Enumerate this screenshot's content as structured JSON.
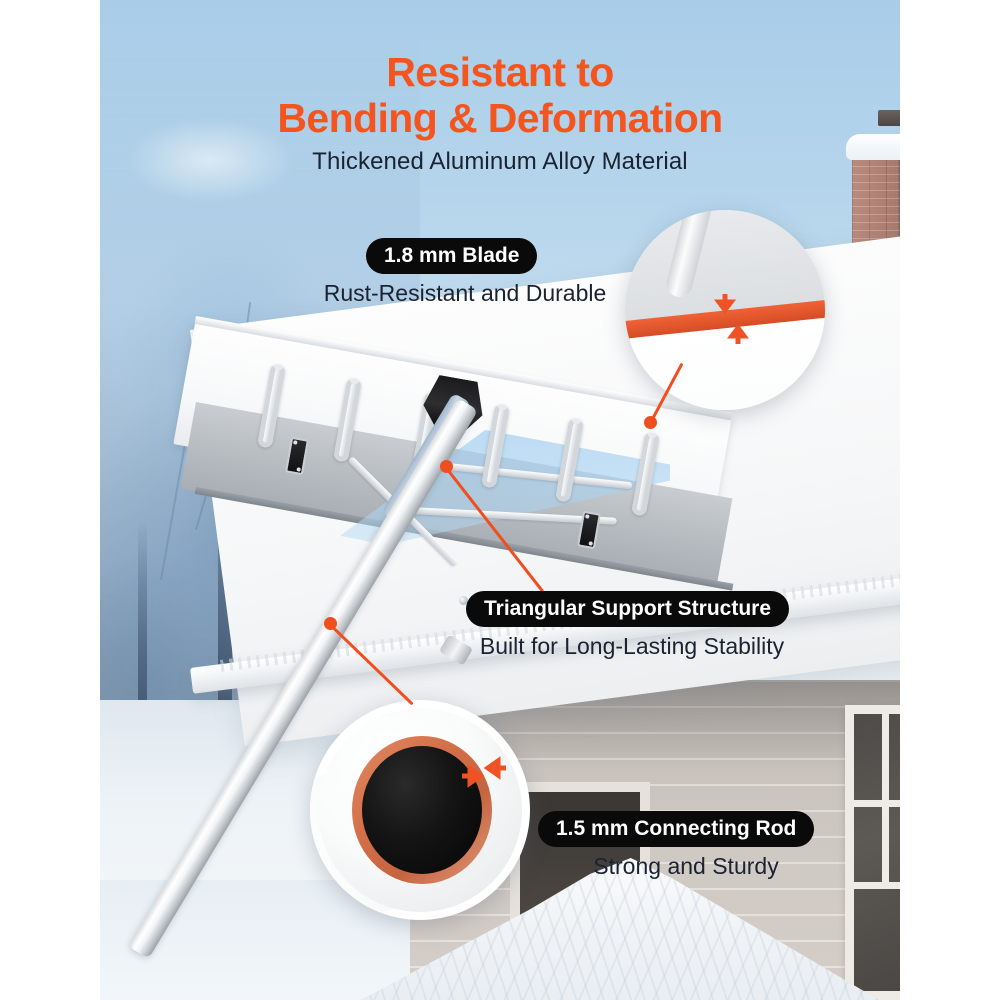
{
  "headline": {
    "line1": "Resistant to",
    "line2": "Bending & Deformation",
    "subtitle": "Thickened Aluminum Alloy Material",
    "accent_color": "#f4551e",
    "text_color": "#1b2231"
  },
  "callouts": [
    {
      "id": "blade",
      "label": "1.8 mm Blade",
      "description": "Rust-Resistant and Durable",
      "pill_bg": "#0a0a0a",
      "pill_text": "#ffffff"
    },
    {
      "id": "triangular-support",
      "label": "Triangular Support Structure",
      "description": "Built for Long-Lasting Stability",
      "pill_bg": "#0a0a0a",
      "pill_text": "#ffffff"
    },
    {
      "id": "connecting-rod",
      "label": "1.5 mm Connecting Rod",
      "description": "Strong and Sturdy",
      "pill_bg": "#0a0a0a",
      "pill_text": "#ffffff"
    }
  ],
  "detail_insets": [
    {
      "id": "blade-thickness-inset",
      "subject": "blade-edge-cross-section",
      "highlight_color": "#e2562c",
      "arrows": [
        "arrow-down-icon",
        "arrow-up-icon"
      ]
    },
    {
      "id": "rod-thickness-inset",
      "subject": "connecting-rod-cross-section",
      "highlight_color": "#d4714a",
      "arrows": [
        "arrow-right-icon",
        "arrow-left-icon"
      ]
    }
  ],
  "scene": {
    "product": "aluminum-snow-roof-rake",
    "background": "snow-covered-house-roof-with-frosted-trees",
    "sky_color": "#a9cde9",
    "snow_color": "#f3f6f9",
    "elements": [
      "frosted-trees",
      "snow-covered-roof",
      "brick-chimney",
      "house-siding",
      "window",
      "snow-pile"
    ]
  },
  "leader_markers": {
    "blade_dot": "blade-leader-dot",
    "triangle_dot": "triangle-leader-dot",
    "rod_dot": "rod-leader-dot"
  }
}
